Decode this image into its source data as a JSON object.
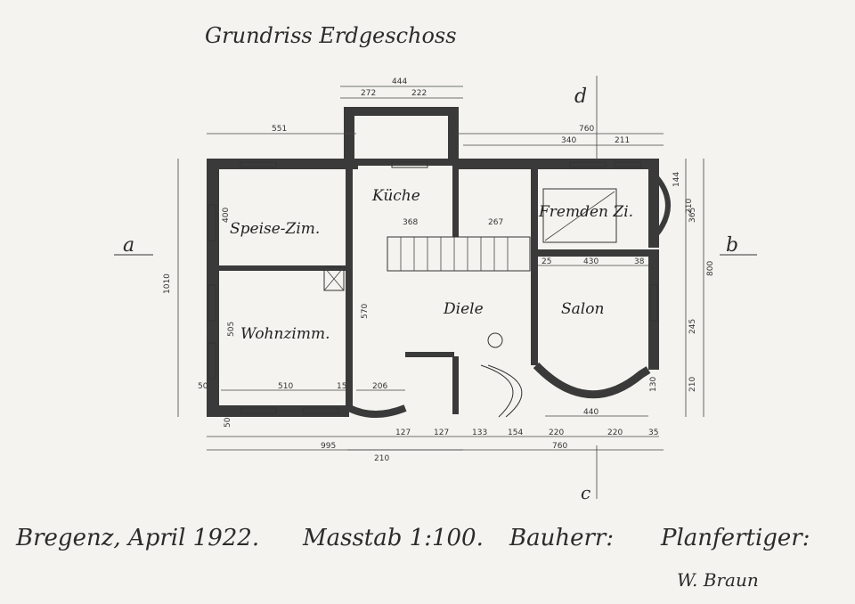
{
  "title": "Grundriss Erdgeschoss",
  "rooms": {
    "speise": "Speise-Zim.",
    "kueche": "Küche",
    "fremden": "Fremden Zi.",
    "wohn": "Wohnzimm.",
    "diele": "Diele",
    "salon": "Salon"
  },
  "section_marks": {
    "a": "a",
    "b": "b",
    "d": "d",
    "c": "c"
  },
  "dimensions": {
    "top_444": "444",
    "top_272": "272",
    "top_222": "222",
    "top_551": "551",
    "top_760": "760",
    "top_340": "340",
    "top_211": "211",
    "left_1010": "1010",
    "right_800": "800",
    "right_365": "365",
    "right_245": "245",
    "right_210": "210",
    "right_144": "144",
    "right_210b": "210",
    "speise_400": "400",
    "wohn_505": "505",
    "wohn_510": "510",
    "salon_430": "430",
    "salon_440": "440",
    "kueche_368": "368",
    "diele_267": "267",
    "diele_570": "570",
    "diele_206": "206",
    "b_995": "995",
    "b_760": "760",
    "b_210": "210",
    "b_127a": "127",
    "b_127b": "127",
    "b_133": "133",
    "b_154": "154",
    "b_220a": "220",
    "b_220b": "220",
    "b_35": "35",
    "b_50a": "50",
    "b_50b": "50",
    "b_15": "15",
    "b_130": "130",
    "b_25": "25",
    "b_38": "38"
  },
  "footer": {
    "place_date": "Bregenz, April 1922.",
    "scale": "Masstab 1:100.",
    "client": "Bauherr:",
    "planner": "Planfertiger:",
    "signature": "W. Braun"
  }
}
